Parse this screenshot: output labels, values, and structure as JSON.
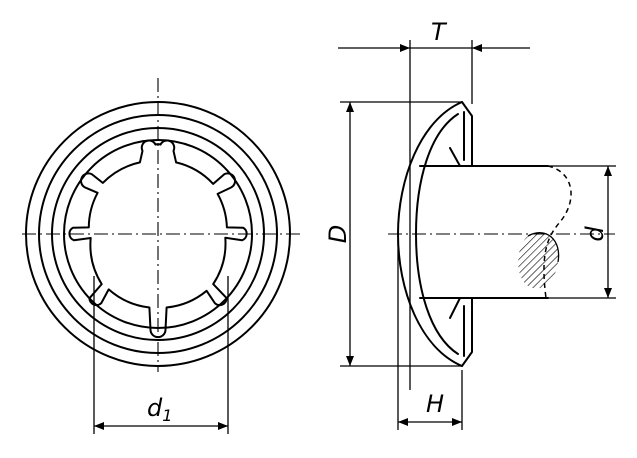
{
  "labels": {
    "T": "T",
    "D": "D",
    "d": "d",
    "d1_main": "d",
    "d1_sub": "1",
    "H": "H"
  }
}
